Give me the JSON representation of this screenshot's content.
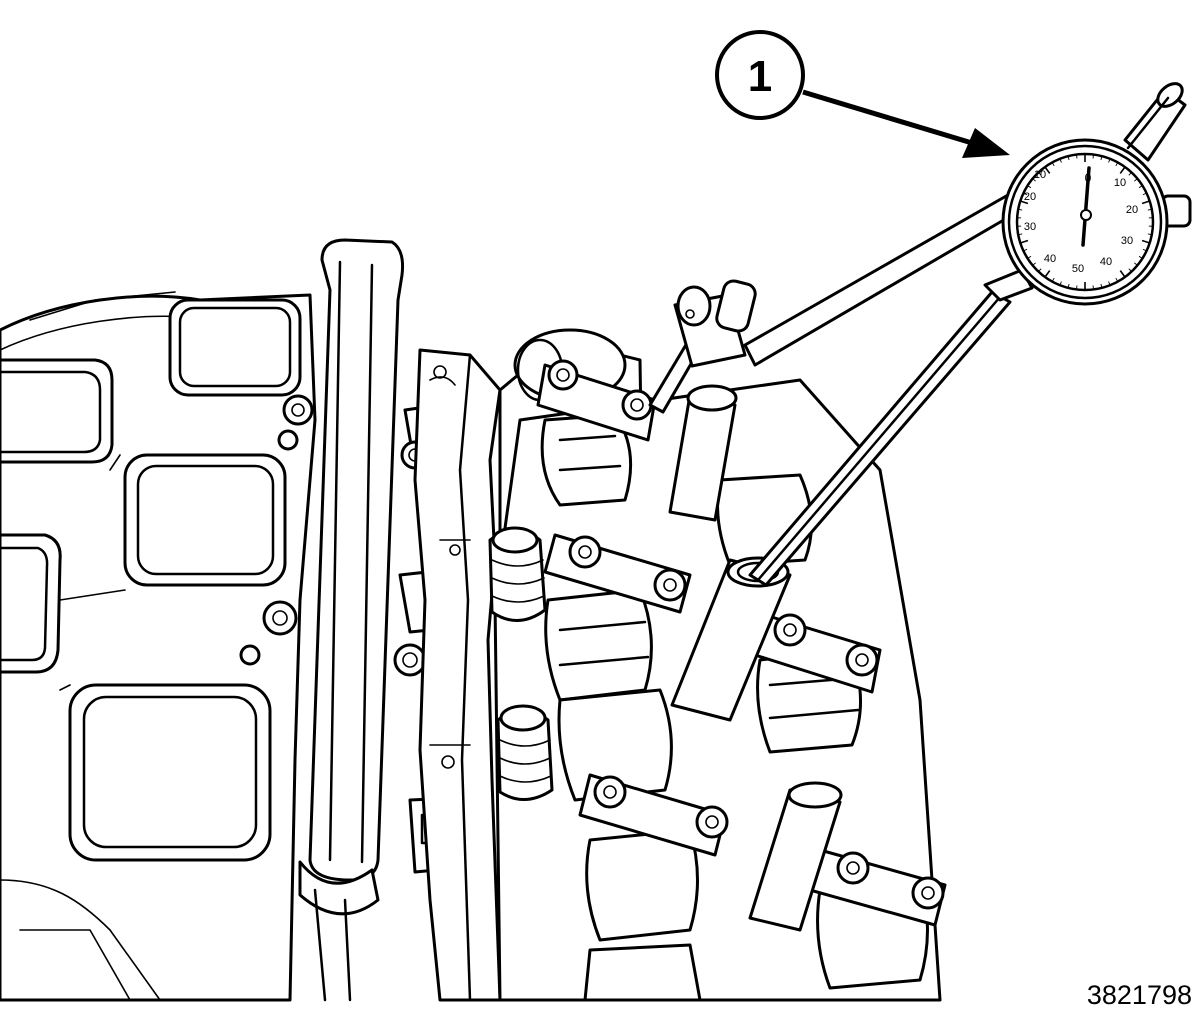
{
  "callouts": [
    {
      "label": "1"
    }
  ],
  "dial_gauge": {
    "scale_left": [
      "10",
      "20",
      "30",
      "40"
    ],
    "scale_right": [
      "10",
      "20",
      "30",
      "40"
    ],
    "scale_top": "0",
    "scale_bottom": "50"
  },
  "figure_number": "3821798"
}
